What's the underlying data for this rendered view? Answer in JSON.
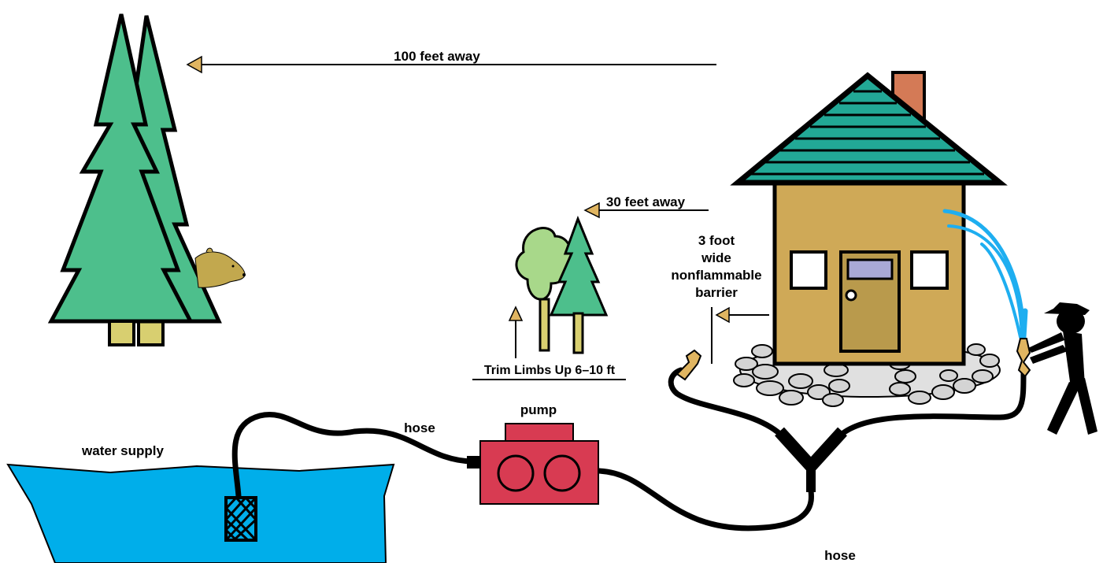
{
  "labels": {
    "distance_far": "100 feet away",
    "distance_near": "30 feet away",
    "barrier_line1": "3 foot",
    "barrier_line2": "wide",
    "barrier_line3": "nonflammable",
    "barrier_line4": "barrier",
    "trim": "Trim Limbs Up 6–10 ft",
    "pump": "pump",
    "hose_left": "hose",
    "hose_bottom": "hose",
    "water": "water supply"
  },
  "colors": {
    "pine": "#4dbf8c",
    "trunk": "#d8cf70",
    "house_wall": "#cfa957",
    "roof": "#22a896",
    "chimney": "#d47a56",
    "door": "#b99a4c",
    "door_window": "#a9a9d6",
    "leafy_tree": "#a8d88a",
    "pump": "#d83b52",
    "water": "#00aeea",
    "spray": "#1eaef0",
    "stone": "#d4d4d4",
    "ground": "#e0e0e0",
    "arrow": "#e0b561",
    "bear": "#c2a84e",
    "nozzle": "#e0b561"
  },
  "icons": [
    "pine-tree-icon",
    "bear-icon",
    "house-icon",
    "leafy-tree-icon",
    "pump-icon",
    "strainer-icon",
    "firefighter-icon",
    "nozzle-icon",
    "hose-splitter-icon"
  ]
}
